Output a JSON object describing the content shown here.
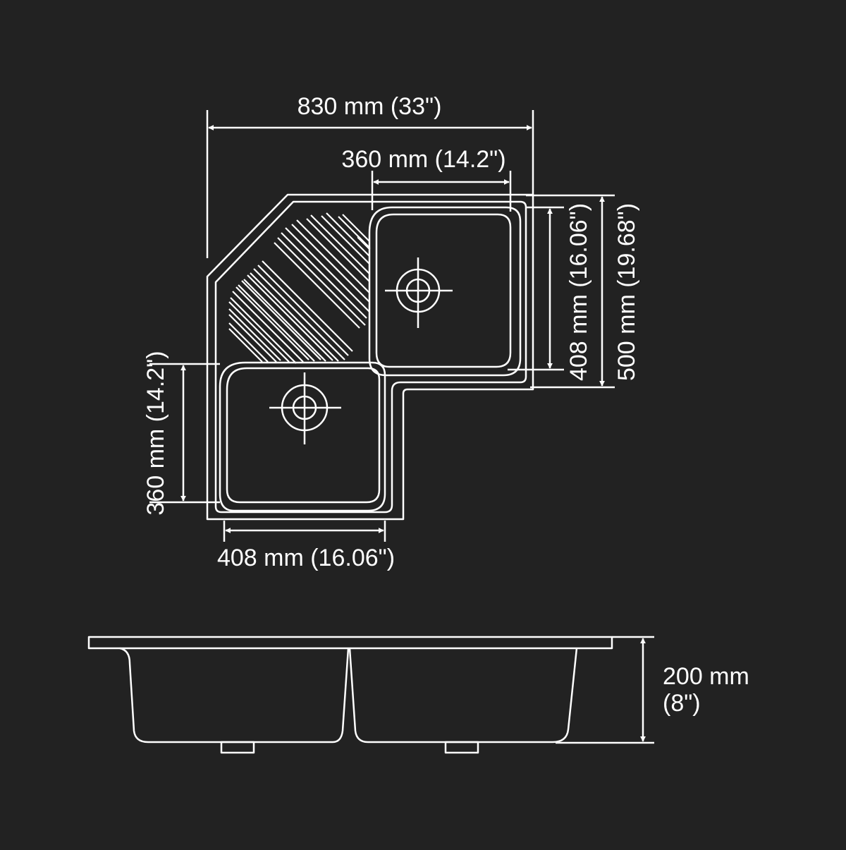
{
  "theme": {
    "background": "#222222",
    "line_color": "#ffffff"
  },
  "dimensions": {
    "overall_width": "830 mm (33\")",
    "right_bowl_width": "360 mm (14.2\")",
    "right_bowl_depth": "408 mm (16.06\")",
    "overall_depth": "500 mm (19.68\")",
    "left_bowl_depth": "360 mm (14.2\")",
    "left_bowl_width": "408 mm (16.06\")",
    "height_mm": "200 mm",
    "height_in": "(8\")"
  }
}
